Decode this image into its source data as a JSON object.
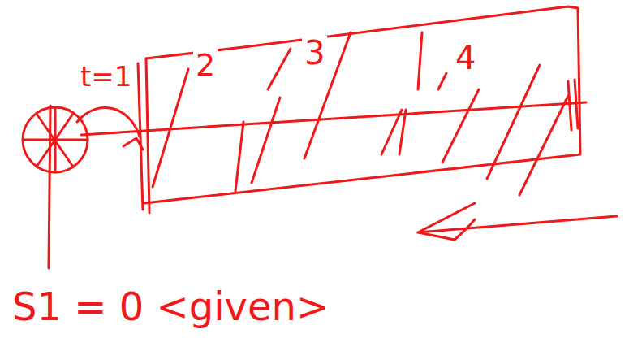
{
  "diagram": {
    "labels": [
      "t=1",
      "2",
      "3",
      "4",
      "S1 = 0 <given>"
    ]
  }
}
